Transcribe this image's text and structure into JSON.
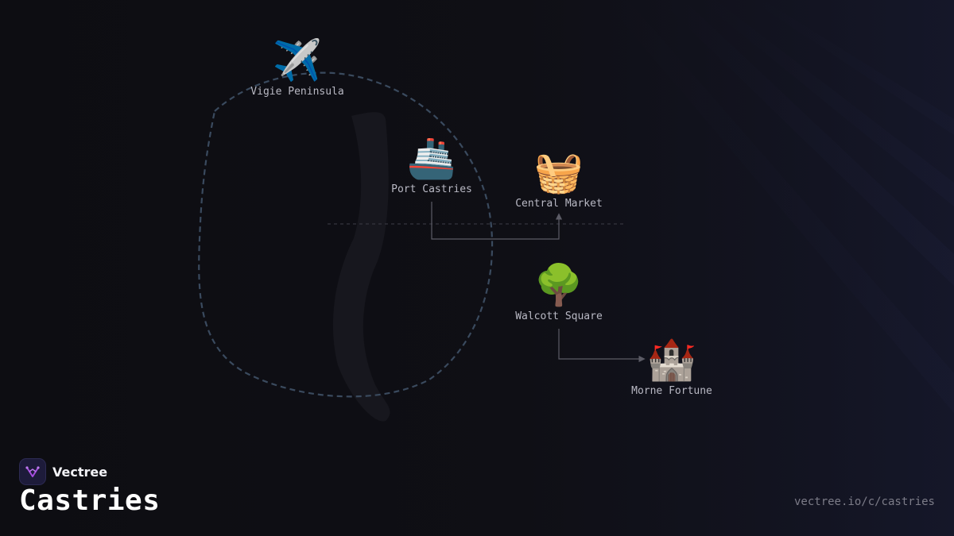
{
  "brand": {
    "name": "Vectree",
    "logo_icon": "vectree-logo-icon",
    "logo_color": "#a64de0"
  },
  "page": {
    "title": "Castries",
    "url": "vectree.io/c/castries"
  },
  "diagram": {
    "nodes": [
      {
        "id": "vigie",
        "label": "Vigie Peninsula",
        "icon": "✈️",
        "icon_name": "airplane-icon"
      },
      {
        "id": "port",
        "label": "Port Castries",
        "icon": "🚢",
        "icon_name": "ship-icon"
      },
      {
        "id": "market",
        "label": "Central Market",
        "icon": "🧺",
        "icon_name": "basket-icon"
      },
      {
        "id": "walcott",
        "label": "Walcott Square",
        "icon": "🌳",
        "icon_name": "tree-icon"
      },
      {
        "id": "morne",
        "label": "Morne Fortune",
        "icon": "🏰",
        "icon_name": "castle-icon"
      }
    ],
    "edges": [
      {
        "from": "port",
        "to": "market"
      },
      {
        "from": "walcott",
        "to": "morne"
      }
    ],
    "colors": {
      "boundary": "#3a4a5e",
      "connector": "#5c5c66",
      "label": "#b9b9c4"
    }
  }
}
